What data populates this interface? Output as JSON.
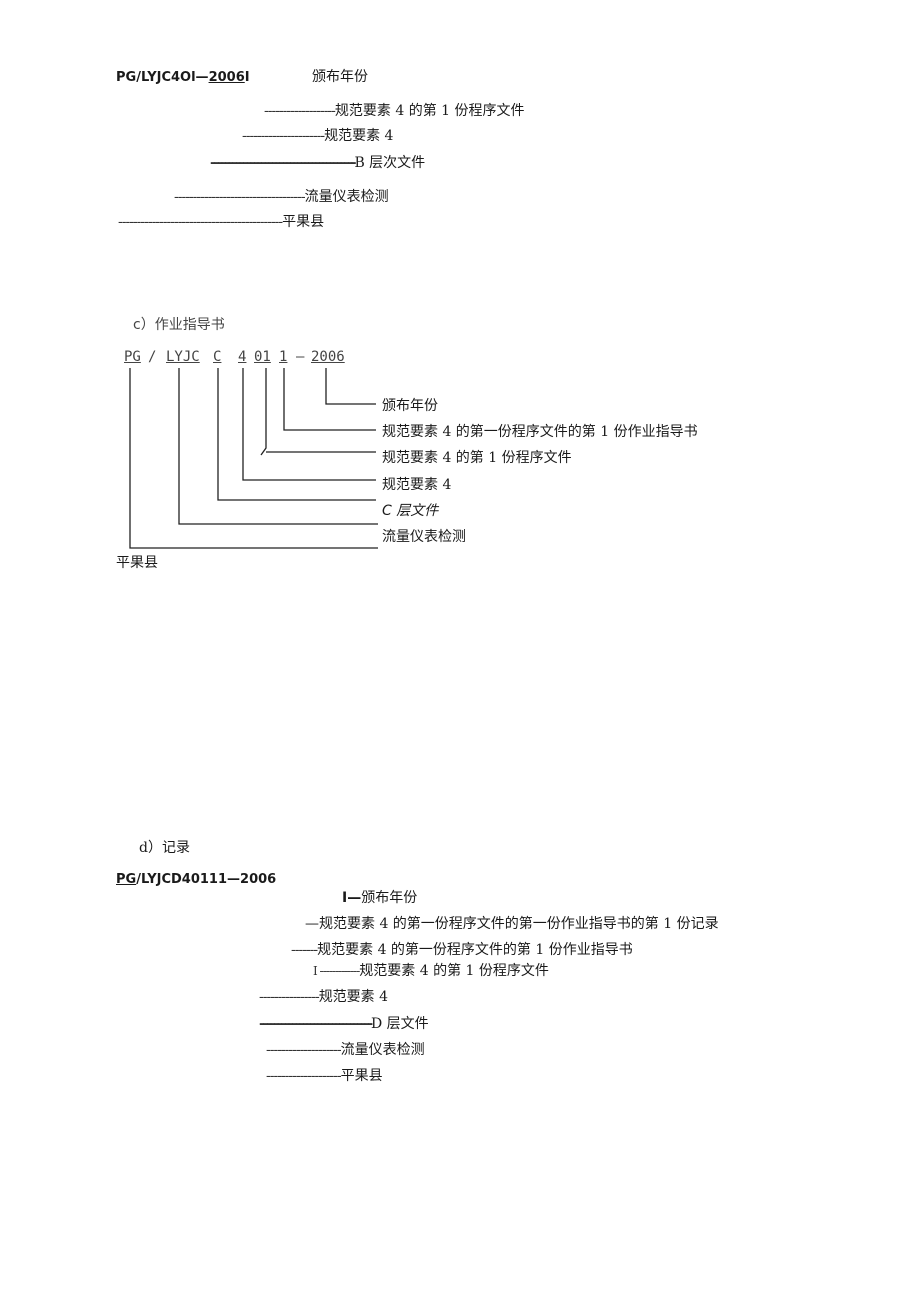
{
  "section_b": {
    "code_prefix": "PG/LYJC4Ol—",
    "code_year": "2006",
    "code_suffix": "I",
    "year_label": "颁布年份",
    "lines": [
      {
        "dashes": "-------------------",
        "label": "规范要素 4 的第 1 份程序文件"
      },
      {
        "dashes": "----------------------",
        "label": "规范要素 4"
      },
      {
        "dashes": "----------------------------------------",
        "label": "B 层次文件"
      },
      {
        "dashes": "-----------------------------------",
        "label": "流量仪表检测"
      },
      {
        "dashes": "--------------------------------------------",
        "label": "平果县"
      }
    ]
  },
  "section_c": {
    "heading": "c）作业指导书",
    "code_parts": [
      "PG",
      "/",
      "LYJC",
      "C",
      "4",
      "01",
      "1",
      "—",
      "2006"
    ],
    "labels": [
      "颁布年份",
      "规范要素 4 的第一份程序文件的第 1 份作业指导书",
      "规范要素 4 的第 1 份程序文件",
      "规范要素 4",
      "C 层文件",
      "流量仪表检测",
      "平果县"
    ]
  },
  "section_d": {
    "heading": "d）记录",
    "code_prefix": "PG",
    "code_rest": "/LYJCD40111—2006",
    "lines": [
      {
        "dashes": "I—",
        "label": "颁布年份"
      },
      {
        "dashes": "—",
        "label": "规范要素 4 的第一份程序文件的第一份作业指导书的第 1 份记录"
      },
      {
        "dashes": "-------",
        "label": "规范要素 4 的第一份程序文件的第 1 份作业指导书"
      },
      {
        "dashes": "I -------------",
        "label": "规范要素 4 的第 1 份程序文件"
      },
      {
        "dashes": "----------------",
        "label": "规范要素 4"
      },
      {
        "dashes": "-------------------------------",
        "label": "D 层文件"
      },
      {
        "dashes": "--------------------",
        "label": "流量仪表检测"
      },
      {
        "dashes": "--------------------",
        "label": "平果县"
      }
    ]
  }
}
